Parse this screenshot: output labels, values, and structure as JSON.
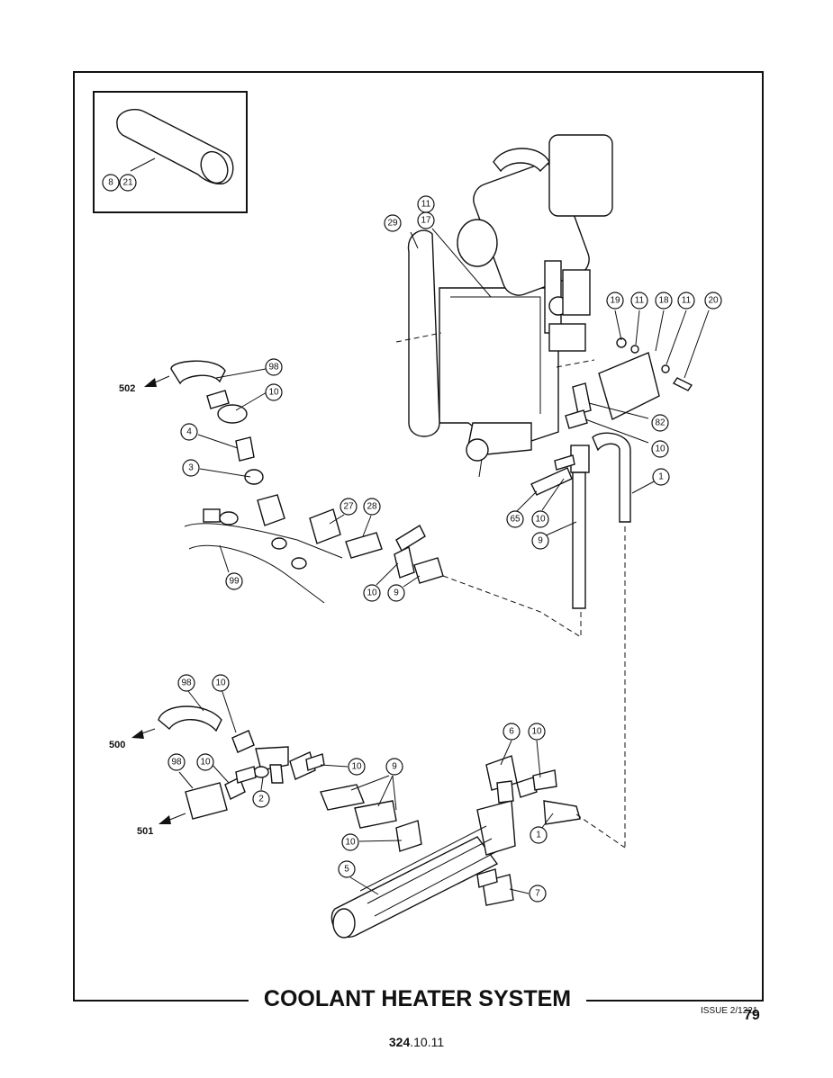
{
  "page": {
    "title": "COOLANT HEATER SYSTEM",
    "issue": "ISSUE 2/1221",
    "page_number": "79",
    "doc_number_bold": "324",
    "doc_number_rest": ".10.11"
  },
  "callouts": {
    "inset_8": "8",
    "inset_21": "21",
    "c29": "29",
    "c11a": "11",
    "c17": "17",
    "c19": "19",
    "c11b": "11",
    "c18": "18",
    "c11c": "11",
    "c20": "20",
    "c98a": "98",
    "c10a": "10",
    "c4": "4",
    "c3": "3",
    "c27": "27",
    "c28": "28",
    "c99": "99",
    "c10b": "10",
    "c9a": "9",
    "c82": "82",
    "c10c": "10",
    "c1a": "1",
    "c65": "65",
    "c10d": "10",
    "c9b": "9",
    "c98b": "98",
    "c10e": "10",
    "c98c": "98",
    "c10f": "10",
    "c10g": "10",
    "c2": "2",
    "c9c": "9",
    "c10h": "10",
    "c5": "5",
    "c6": "6",
    "c10i": "10",
    "c1b": "1",
    "c7": "7"
  },
  "references": {
    "r502": "502",
    "r500": "500",
    "r501": "501"
  }
}
